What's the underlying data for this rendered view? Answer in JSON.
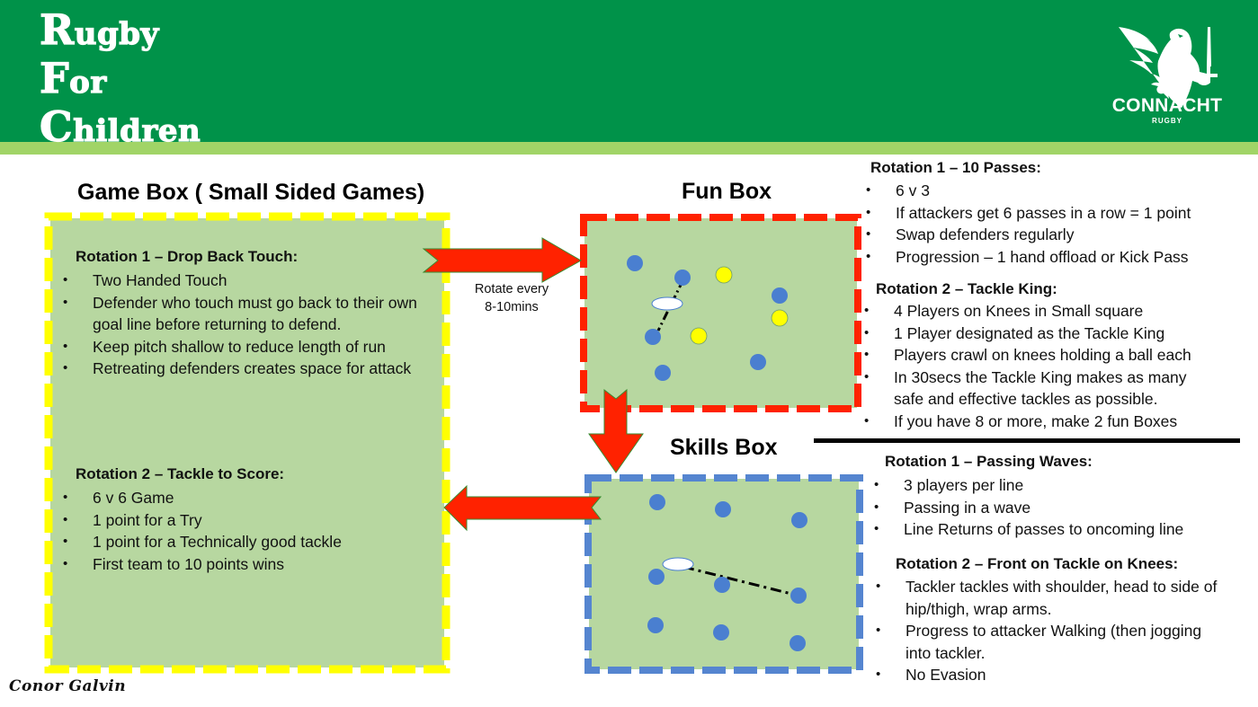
{
  "header": {
    "title_lines": [
      {
        "cap": "R",
        "rest": "ugby"
      },
      {
        "cap": "F",
        "rest": "or"
      },
      {
        "cap": "C",
        "rest": "hildren"
      }
    ],
    "logo": {
      "name": "CONNACHT",
      "sub": "RUGBY",
      "icon": "eagle-sword-icon"
    },
    "colors": {
      "header_green": "#009249",
      "stripe_green": "#a1d467"
    }
  },
  "game_box": {
    "title": "Game Box ( Small Sided Games)",
    "border_color": "#ffff00",
    "rotation1": {
      "heading": "Rotation 1 – Drop Back Touch:",
      "bullets": [
        "Two Handed Touch",
        "Defender who touch must go back to their own goal line before returning to defend.",
        "Keep pitch shallow to reduce length of run",
        "Retreating defenders creates space for attack"
      ]
    },
    "rotation2": {
      "heading": "Rotation 2 – Tackle to Score:",
      "bullets": [
        "6 v 6 Game",
        "1 point for a Try",
        "1 point for a Technically good tackle",
        "First team to 10 points wins"
      ]
    }
  },
  "rotate_note": {
    "line1": "Rotate every",
    "line2": "8-10mins"
  },
  "fun_box": {
    "title": "Fun Box",
    "border_color": "#ff2200",
    "blue_players": 6,
    "yellow_players": 3,
    "rotation1": {
      "heading": "Rotation 1 – 10 Passes:",
      "bullets": [
        "6 v 3",
        "If attackers get 6 passes in a row = 1 point",
        "Swap defenders regularly",
        "Progression – 1 hand offload or Kick Pass"
      ]
    },
    "rotation2": {
      "heading": "Rotation 2 – Tackle King:",
      "bullets": [
        "4 Players on Knees in Small square",
        "1 Player designated as the Tackle King",
        "Players crawl on knees holding a ball each",
        "In 30secs the Tackle King makes as many safe and effective tackles as possible.",
        "If you have 8 or more, make 2 fun Boxes"
      ]
    }
  },
  "skills_box": {
    "title": "Skills Box",
    "border_color": "#5585d0",
    "blue_players": 9,
    "rotation1": {
      "heading": "Rotation 1 – Passing Waves:",
      "bullets": [
        "3 players per line",
        "Passing in a wave",
        "Line Returns of passes to oncoming line"
      ]
    },
    "rotation2": {
      "heading": "Rotation 2 – Front on Tackle on Knees:",
      "bullets": [
        "Tackler tackles with shoulder, head to side of hip/thigh, wrap arms.",
        "Progress to attacker Walking (then jogging into tackler.",
        "No Evasion"
      ]
    }
  },
  "signature": "Conor Galvin",
  "colors": {
    "field": "#b7d7a0",
    "arrow": "#ff2200",
    "player_blue": "#4a7fd0",
    "player_yellow": "#ffff00"
  }
}
